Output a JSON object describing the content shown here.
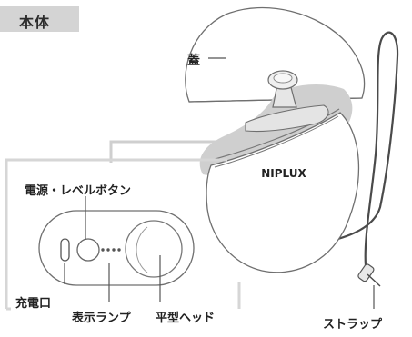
{
  "section_title": "本体",
  "brand_logo": "NIPLUX",
  "labels": {
    "lid": "蓋",
    "power_button": "電源・レベルボタン",
    "charging_port": "充電口",
    "indicator_lamp": "表示ランプ",
    "flat_head": "平型ヘッド",
    "strap": "ストラップ"
  },
  "colors": {
    "title_bg": "#d4d4d4",
    "highlight": "#cfcfcf",
    "outline": "#6f6f6f",
    "text": "#222222"
  }
}
